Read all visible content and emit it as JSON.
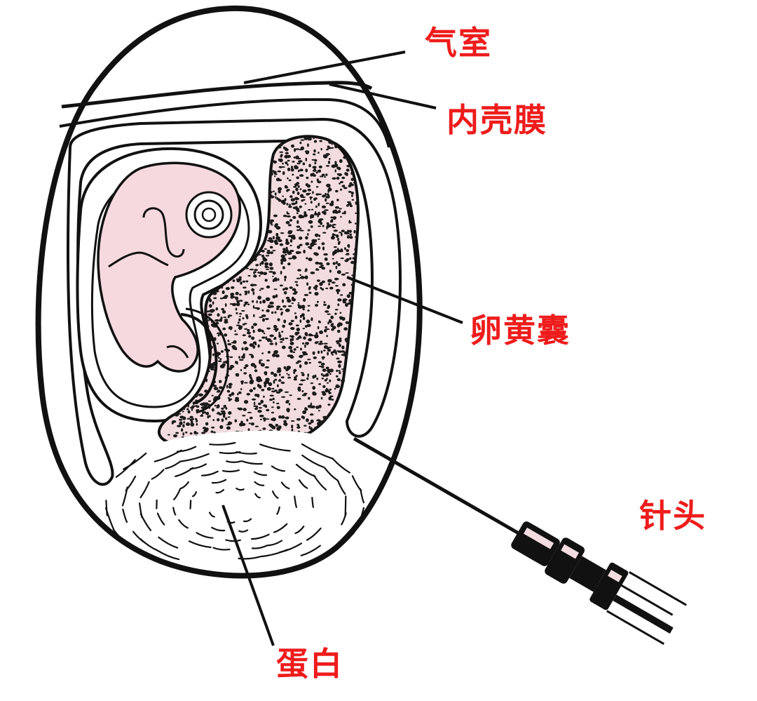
{
  "labels": {
    "air_cell": "气室",
    "inner_shell_membrane": "内壳膜",
    "yolk_sac": "卵黄囊",
    "needle": "针头",
    "albumen": "蛋白"
  },
  "colors": {
    "label": "#ee1c1c",
    "outline": "#111111",
    "embryo_fill": "#f6d9de",
    "yolk_fill": "#f3dcdf",
    "speckle": "#1a1a1a",
    "background": "#ffffff"
  }
}
